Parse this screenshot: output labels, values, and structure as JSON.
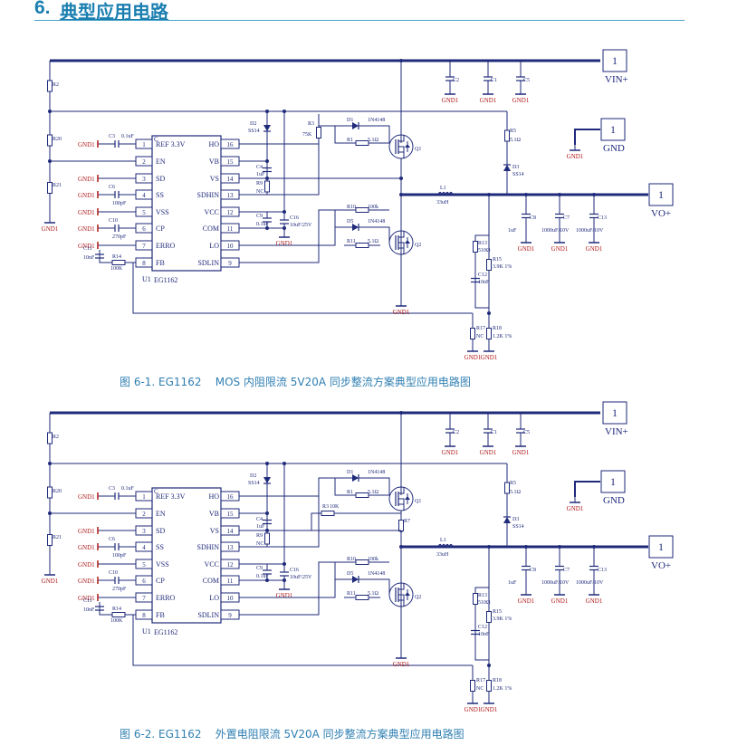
{
  "header": {
    "number": "6.",
    "title": "典型应用电路"
  },
  "figures": [
    {
      "caption": "图 6-1. EG1162    MOS 内阻限流 5V20A 同步整流方案典型应用电路图",
      "top": 0
    },
    {
      "caption": "图 6-2. EG1162    外置电阻限流 5V20A 同步整流方案典型应用电路图",
      "top": 0
    }
  ],
  "labels": {
    "gnd1": "GND1",
    "ic_name": "EG1162",
    "ic_ref": "U1",
    "ic_c": "C",
    "pin_left": [
      {
        "n": "1",
        "name": "REF 3.3V"
      },
      {
        "n": "2",
        "name": "EN"
      },
      {
        "n": "3",
        "name": "SD"
      },
      {
        "n": "4",
        "name": "SS"
      },
      {
        "n": "5",
        "name": "VSS"
      },
      {
        "n": "6",
        "name": "CP"
      },
      {
        "n": "7",
        "name": "ERRO"
      },
      {
        "n": "8",
        "name": "FB"
      }
    ],
    "pin_right": [
      {
        "n": "16",
        "name": "HO"
      },
      {
        "n": "15",
        "name": "VB"
      },
      {
        "n": "14",
        "name": "VS"
      },
      {
        "n": "13",
        "name": "SDHIN"
      },
      {
        "n": "12",
        "name": "VCC"
      },
      {
        "n": "11",
        "name": "COM"
      },
      {
        "n": "10",
        "name": "LO"
      },
      {
        "n": "9",
        "name": "SDLIN"
      }
    ],
    "r2": "R2",
    "r20": "R20",
    "r21": "R21",
    "c3": "C3",
    "c3v": "0.1uF",
    "c6": "C6",
    "c6v": "100pF",
    "c10": "C10",
    "c10v": "270pF",
    "c11": "C11",
    "c11v": "10nF",
    "r14": "R14",
    "r14v": "100K",
    "d2": "D2",
    "d2v": "SS14",
    "r3": "R3",
    "r3v_1": "75K",
    "r3v_2": "10K",
    "d1": "D1",
    "d1v": "1N4148",
    "r1": "R1",
    "r1v": "5.1Ω",
    "q1": "Q1",
    "c4": "C4",
    "c4v": "1uF",
    "r9": "R9",
    "r9v": "NC",
    "c9": "C9",
    "c9v": "0.1uF",
    "c16": "C16",
    "c16v": "10uF/25V",
    "r10": "R10",
    "r10v": "100k",
    "d5": "D5",
    "d5v": "1N4148",
    "r11": "R11",
    "r11v": "5.1Ω",
    "q2": "Q2",
    "r7": "R7",
    "c2": "C2",
    "c1": "C1",
    "c5": "C5",
    "vin": "VIN+",
    "gnd": "GND",
    "vo": "VO+",
    "one": "1",
    "r5": "R5",
    "r5v": "5.1Ω",
    "d3": "D3",
    "d3v": "SS14",
    "l1": "L1",
    "l1v": "33uH",
    "c8": "C8",
    "c8v": "1uF",
    "c7": "C7",
    "c7v": "1000uF/10V",
    "c13": "C13",
    "c13v": "1000uF/10V",
    "r13": "R13",
    "r13v": "510Ω",
    "c12": "C12",
    "c12v": "10nF",
    "r15": "R15",
    "r15v": "3.9K 1%",
    "r17": "R17",
    "r17v": "NC",
    "r18": "R18",
    "r18v": "1.2K 1%"
  }
}
